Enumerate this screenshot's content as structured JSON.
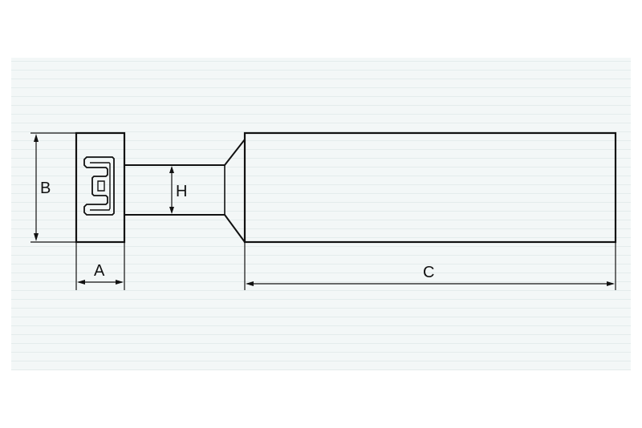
{
  "drawing": {
    "labels": {
      "a": "A",
      "b": "B",
      "c": "C",
      "h": "H"
    },
    "colors": {
      "line": "#111111",
      "background": "#ffffff",
      "panel": "#f3f7f7"
    }
  }
}
